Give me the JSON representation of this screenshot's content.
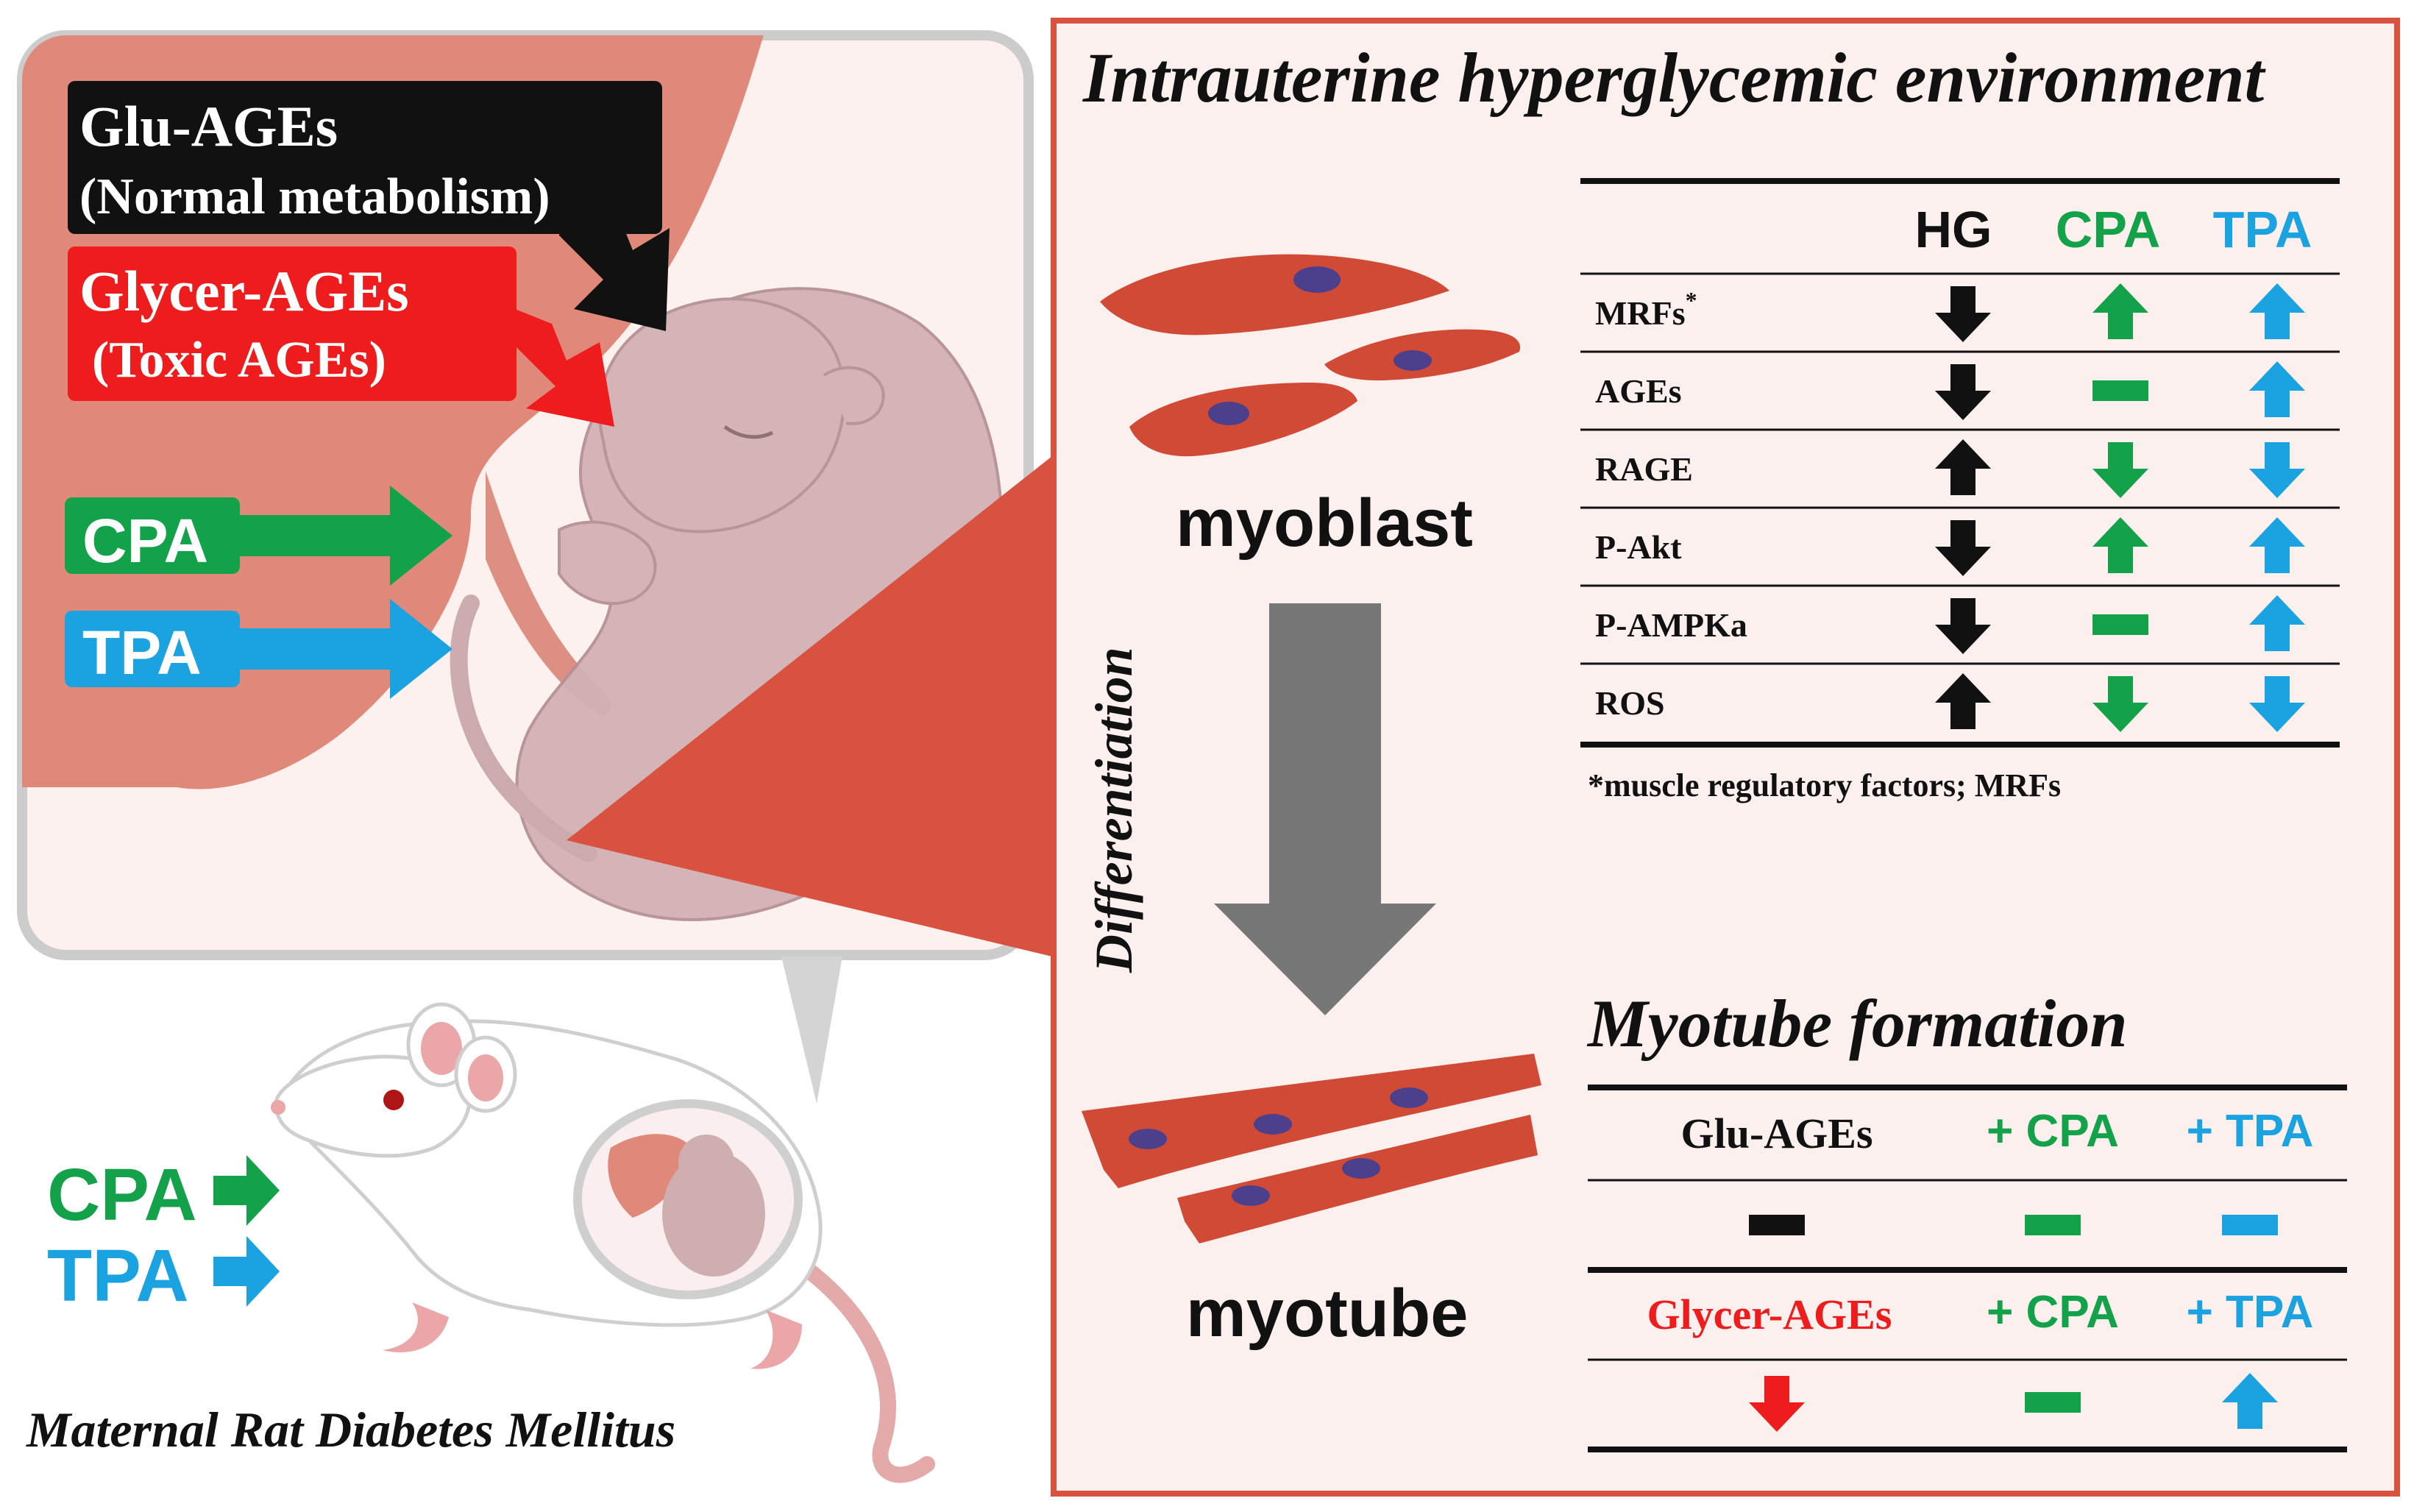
{
  "colors": {
    "frame_red": "#d9513f",
    "panel_bg": "#fbf0ee",
    "cell_red": "#d14a35",
    "nucleus": "#4c3f8c",
    "green": "#13a24a",
    "blue": "#1aa3e0",
    "black": "#111111",
    "toxic_red": "#ee1c1c",
    "fetus": "#cfaeb0",
    "placenta": "#e0897a",
    "gray_arrow": "#777777"
  },
  "left": {
    "glu_ages_title": "Glu-AGEs",
    "glu_ages_sub": "(Normal metabolism)",
    "glycer_ages_title": "Glycer-AGEs",
    "glycer_ages_sub": "(Toxic AGEs)",
    "cpa": "CPA",
    "tpa": "TPA",
    "rat_cpa": "CPA",
    "rat_tpa": "TPA",
    "caption": "Maternal Rat Diabetes Mellitus"
  },
  "right": {
    "title": "Intrauterine hyperglycemic environment",
    "myoblast_label": "myoblast",
    "myotube_label": "myotube",
    "differentiation_label": "Differentiation",
    "table1": {
      "headers": [
        "HG",
        "CPA",
        "TPA"
      ],
      "rows": [
        {
          "label": "MRFs",
          "sup": "*",
          "values": [
            "down",
            "up",
            "up"
          ]
        },
        {
          "label": "AGEs",
          "sup": "",
          "values": [
            "down",
            "none",
            "up"
          ]
        },
        {
          "label": "RAGE",
          "sup": "",
          "values": [
            "up",
            "down",
            "down"
          ]
        },
        {
          "label": "P-Akt",
          "sup": "",
          "values": [
            "down",
            "up",
            "up"
          ]
        },
        {
          "label": "P-AMPKa",
          "sup": "",
          "values": [
            "down",
            "none",
            "up"
          ]
        },
        {
          "label": "ROS",
          "sup": "",
          "values": [
            "up",
            "down",
            "down"
          ]
        }
      ],
      "footnote": "*muscle regulatory factors; MRFs"
    },
    "myotube_title": "Myotube formation",
    "table2": {
      "row1_headers": [
        "Glu-AGEs",
        "+ CPA",
        "+ TPA"
      ],
      "row1_values": [
        "none",
        "none",
        "none"
      ],
      "row2_headers": [
        "Glycer-AGEs",
        "+ CPA",
        "+ TPA"
      ],
      "row2_values": [
        "down",
        "none",
        "up"
      ]
    }
  }
}
